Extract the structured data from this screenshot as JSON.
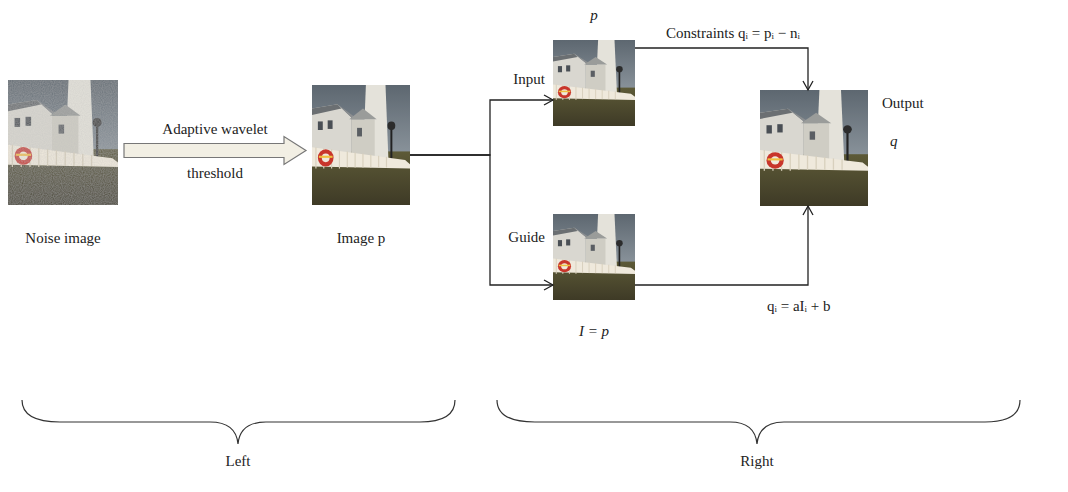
{
  "diagram": {
    "nodes": [
      {
        "text": [
          "Noise image"
        ]
      },
      {
        "text": [
          "Image p"
        ]
      },
      {
        "text": [
          "p",
          "Input"
        ]
      },
      {
        "text": [
          "Guide",
          "I = p"
        ]
      },
      {
        "text": [
          "Output",
          "q"
        ]
      }
    ],
    "edges": [
      {
        "from": 0,
        "to": 1,
        "arrow": "to",
        "label": "Adaptive wavelet threshold"
      },
      {
        "from": 1,
        "to": 2,
        "arrow": "to"
      },
      {
        "from": 1,
        "to": 3,
        "arrow": "to"
      },
      {
        "from": 2,
        "to": 4,
        "arrow": "to",
        "label": "Constraints qᵢ = pᵢ − nᵢ"
      },
      {
        "from": 3,
        "to": 4,
        "arrow": "to",
        "label": "qᵢ = aIᵢ + b"
      }
    ],
    "labels": [
      "Left",
      "Right"
    ]
  }
}
